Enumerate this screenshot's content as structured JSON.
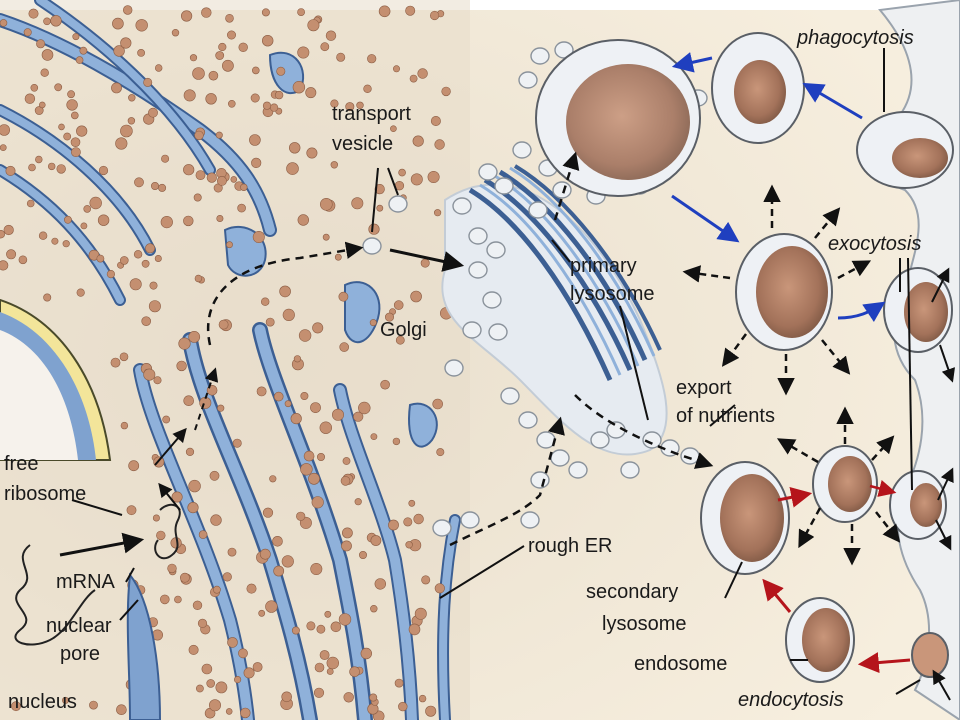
{
  "labels": {
    "transport_vesicle": [
      "transport",
      "vesicle"
    ],
    "golgi": "Golgi",
    "phagocytosis": "phagocytosis",
    "exocytosis": "exocytosis",
    "primary_lysosome": [
      "primary",
      "lysosome"
    ],
    "export_of_nutrients": [
      "export",
      "of nutrients"
    ],
    "free_ribosome": [
      "free",
      "ribosome"
    ],
    "rough_er": "rough ER",
    "mrna": "mRNA",
    "nuclear_pore": [
      "nuclear",
      "pore"
    ],
    "nucleus": "nucleus",
    "secondary_lysosome": [
      "secondary",
      "lysosome"
    ],
    "endosome": "endosome",
    "endocytosis": "endocytosis"
  },
  "colors": {
    "cytoplasm": "#f4ebd9",
    "er_blue": "#8fb1da",
    "er_outline": "#3c5f93",
    "ribosome": "#c48f70",
    "membrane": "#e8edf3",
    "vesicle_content": "#b98466",
    "arrow_blue": "#1f3fbf",
    "arrow_red": "#b5141b",
    "arrow_black": "#111111",
    "nucleus_blue": "#7fa2cf",
    "nucleus_rim": "#f3e59a"
  }
}
